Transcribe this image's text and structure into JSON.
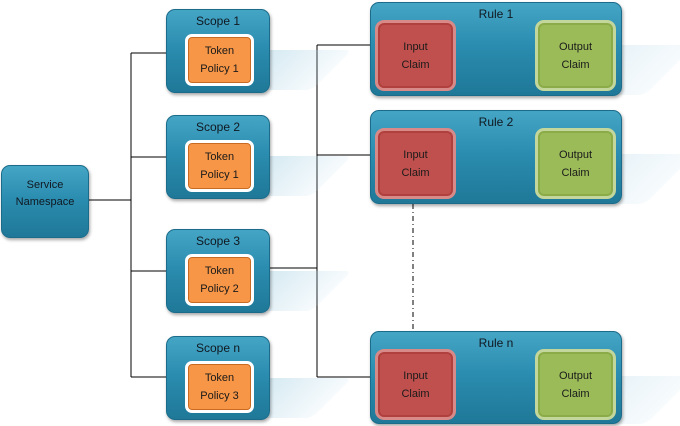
{
  "diagram": {
    "service": {
      "label": "Service\nNamespace"
    },
    "scopes": [
      {
        "title": "Scope 1",
        "policy": "Token\nPolicy 1"
      },
      {
        "title": "Scope 2",
        "policy": "Token\nPolicy 1"
      },
      {
        "title": "Scope 3",
        "policy": "Token\nPolicy 2"
      },
      {
        "title": "Scope n",
        "policy": "Token\nPolicy 3"
      }
    ],
    "rules": [
      {
        "title": "Rule 1",
        "input": "Input\nClaim",
        "output": "Output\nClaim"
      },
      {
        "title": "Rule 2",
        "input": "Input\nClaim",
        "output": "Output\nClaim"
      },
      {
        "title": "Rule n",
        "input": "Input\nClaim",
        "output": "Output\nClaim"
      }
    ],
    "colors": {
      "container": "#2b8db0",
      "token_policy": "#f79646",
      "input_claim": "#c0504d",
      "output_claim": "#9bbb59",
      "connector": "#000000"
    }
  }
}
